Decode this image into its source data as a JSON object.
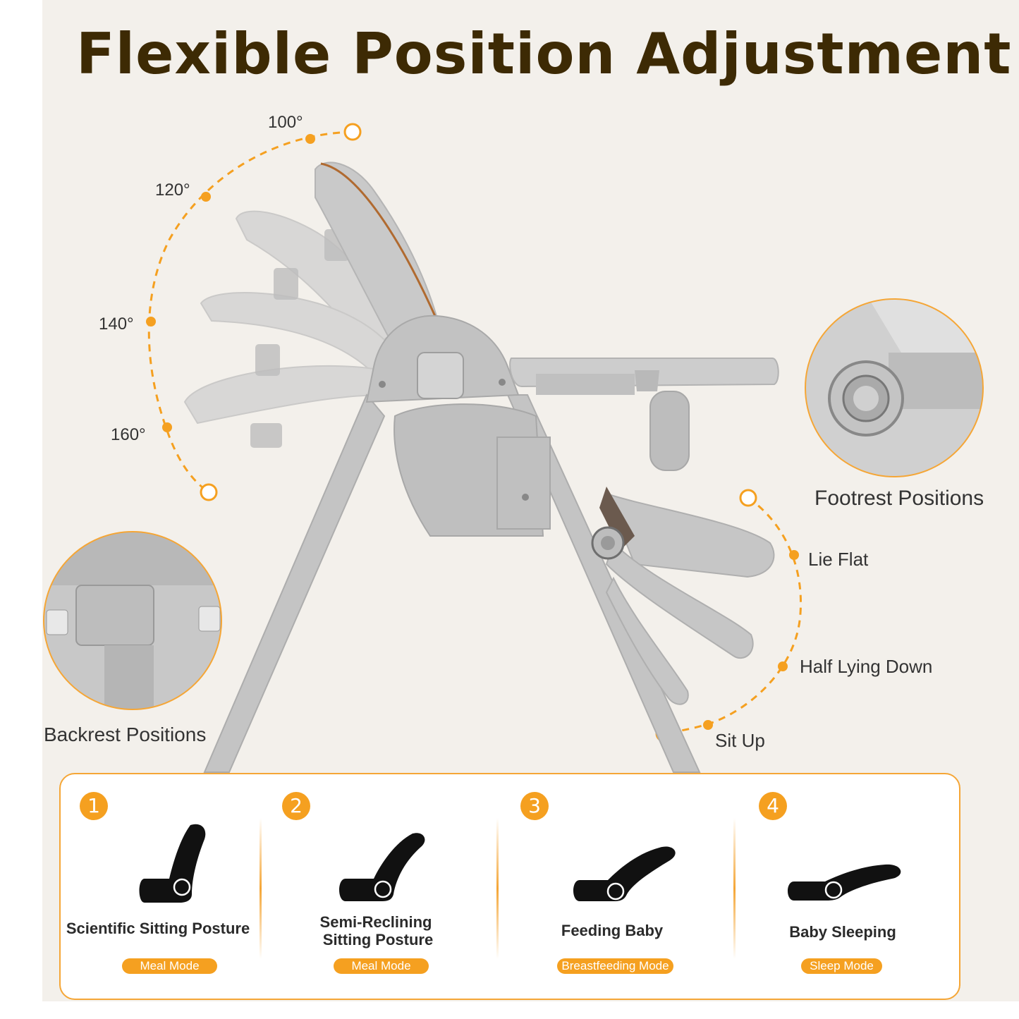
{
  "title": "Flexible Position Adjustment",
  "backrest": {
    "angles": [
      "100°",
      "120°",
      "140°",
      "160°"
    ],
    "label": "Backrest Positions"
  },
  "footrest": {
    "label": "Footrest Positions",
    "positions": [
      "Lie Flat",
      "Half Lying Down",
      "Sit Up"
    ]
  },
  "modes": [
    {
      "number": "1",
      "title": "Scientific Sitting Posture",
      "mode": "Meal Mode"
    },
    {
      "number": "2",
      "title_line1": "Semi-Reclining",
      "title_line2": "Sitting Posture",
      "mode": "Meal Mode"
    },
    {
      "number": "3",
      "title": "Feeding Baby",
      "mode": "Breastfeeding Mode"
    },
    {
      "number": "4",
      "title": "Baby Sleeping",
      "mode": "Sleep Mode"
    }
  ],
  "colors": {
    "accent": "#f5a020",
    "title": "#3d2a04",
    "background": "#f3f0eb",
    "chair": "#c8c8c8"
  }
}
